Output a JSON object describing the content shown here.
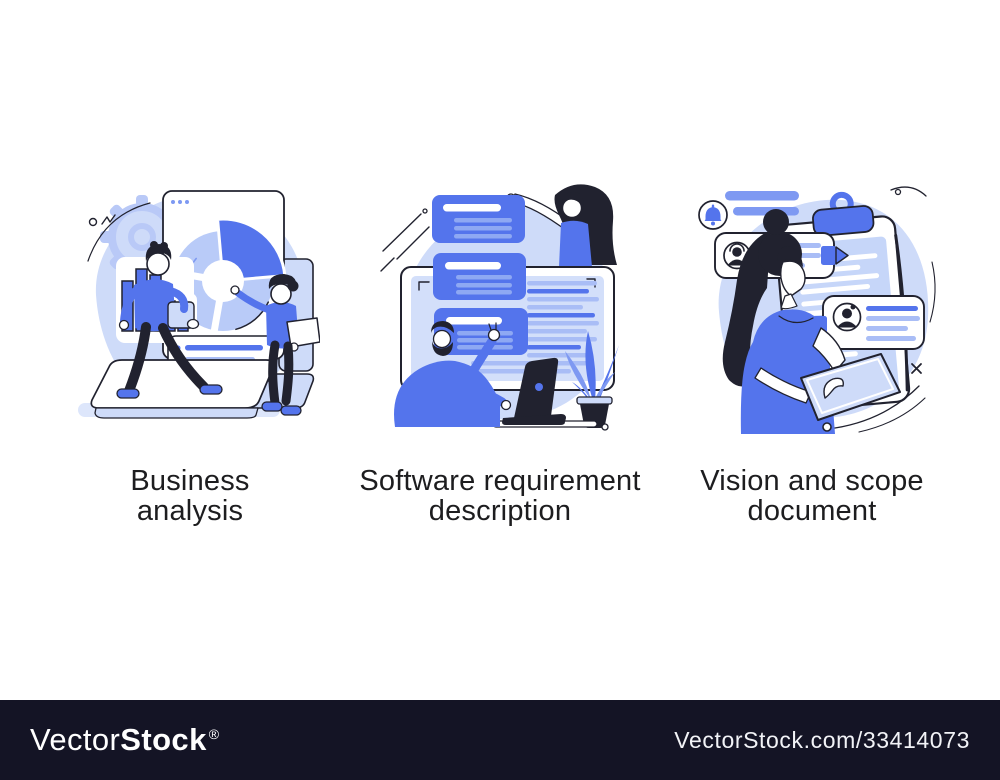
{
  "figures": [
    {
      "id": "business-analysis",
      "caption_line1": "Business",
      "caption_line2": "analysis",
      "alt": "Two analysts standing on a laptop reviewing a donut pie chart in a browser window, a bar chart card and a list card",
      "icons": [
        "gear-icon",
        "browser-dots-icon",
        "pie-chart",
        "bar-chart"
      ]
    },
    {
      "id": "software-requirement-description",
      "caption_line1": "Software requirement",
      "caption_line2": "description",
      "alt": "Man typing on a laptop and woman reaching over a large monitor with three blue requirement cards and text lines, plant on the right",
      "icons": [
        "requirement-card",
        "monitor",
        "plant"
      ]
    },
    {
      "id": "vision-and-scope-document",
      "caption_line1": "Vision and scope",
      "caption_line2": "document",
      "alt": "Woman holding a tablet in front of a large clipboard document with chat message bubbles and a notification bell",
      "icons": [
        "bell-icon",
        "user-avatar-icon",
        "chat-forward-arrow-icon",
        "chat-reply-arrow-icon",
        "clipboard"
      ]
    }
  ],
  "watermark": {
    "brand_light": "Vector",
    "brand_bold": "Stock",
    "registered": "®",
    "attribution": "VectorStock.com/33414073"
  },
  "colors": {
    "accent_blue": "#5474ec",
    "secondary_blue": "#7e99f2",
    "pale_line_blue": "#a9bdf6",
    "blob_light_blue": "#cedbf9",
    "ink_outline": "#21222f",
    "watermark_bar": "#141425",
    "caption_text": "#1d1d1f",
    "background": "#ffffff"
  }
}
